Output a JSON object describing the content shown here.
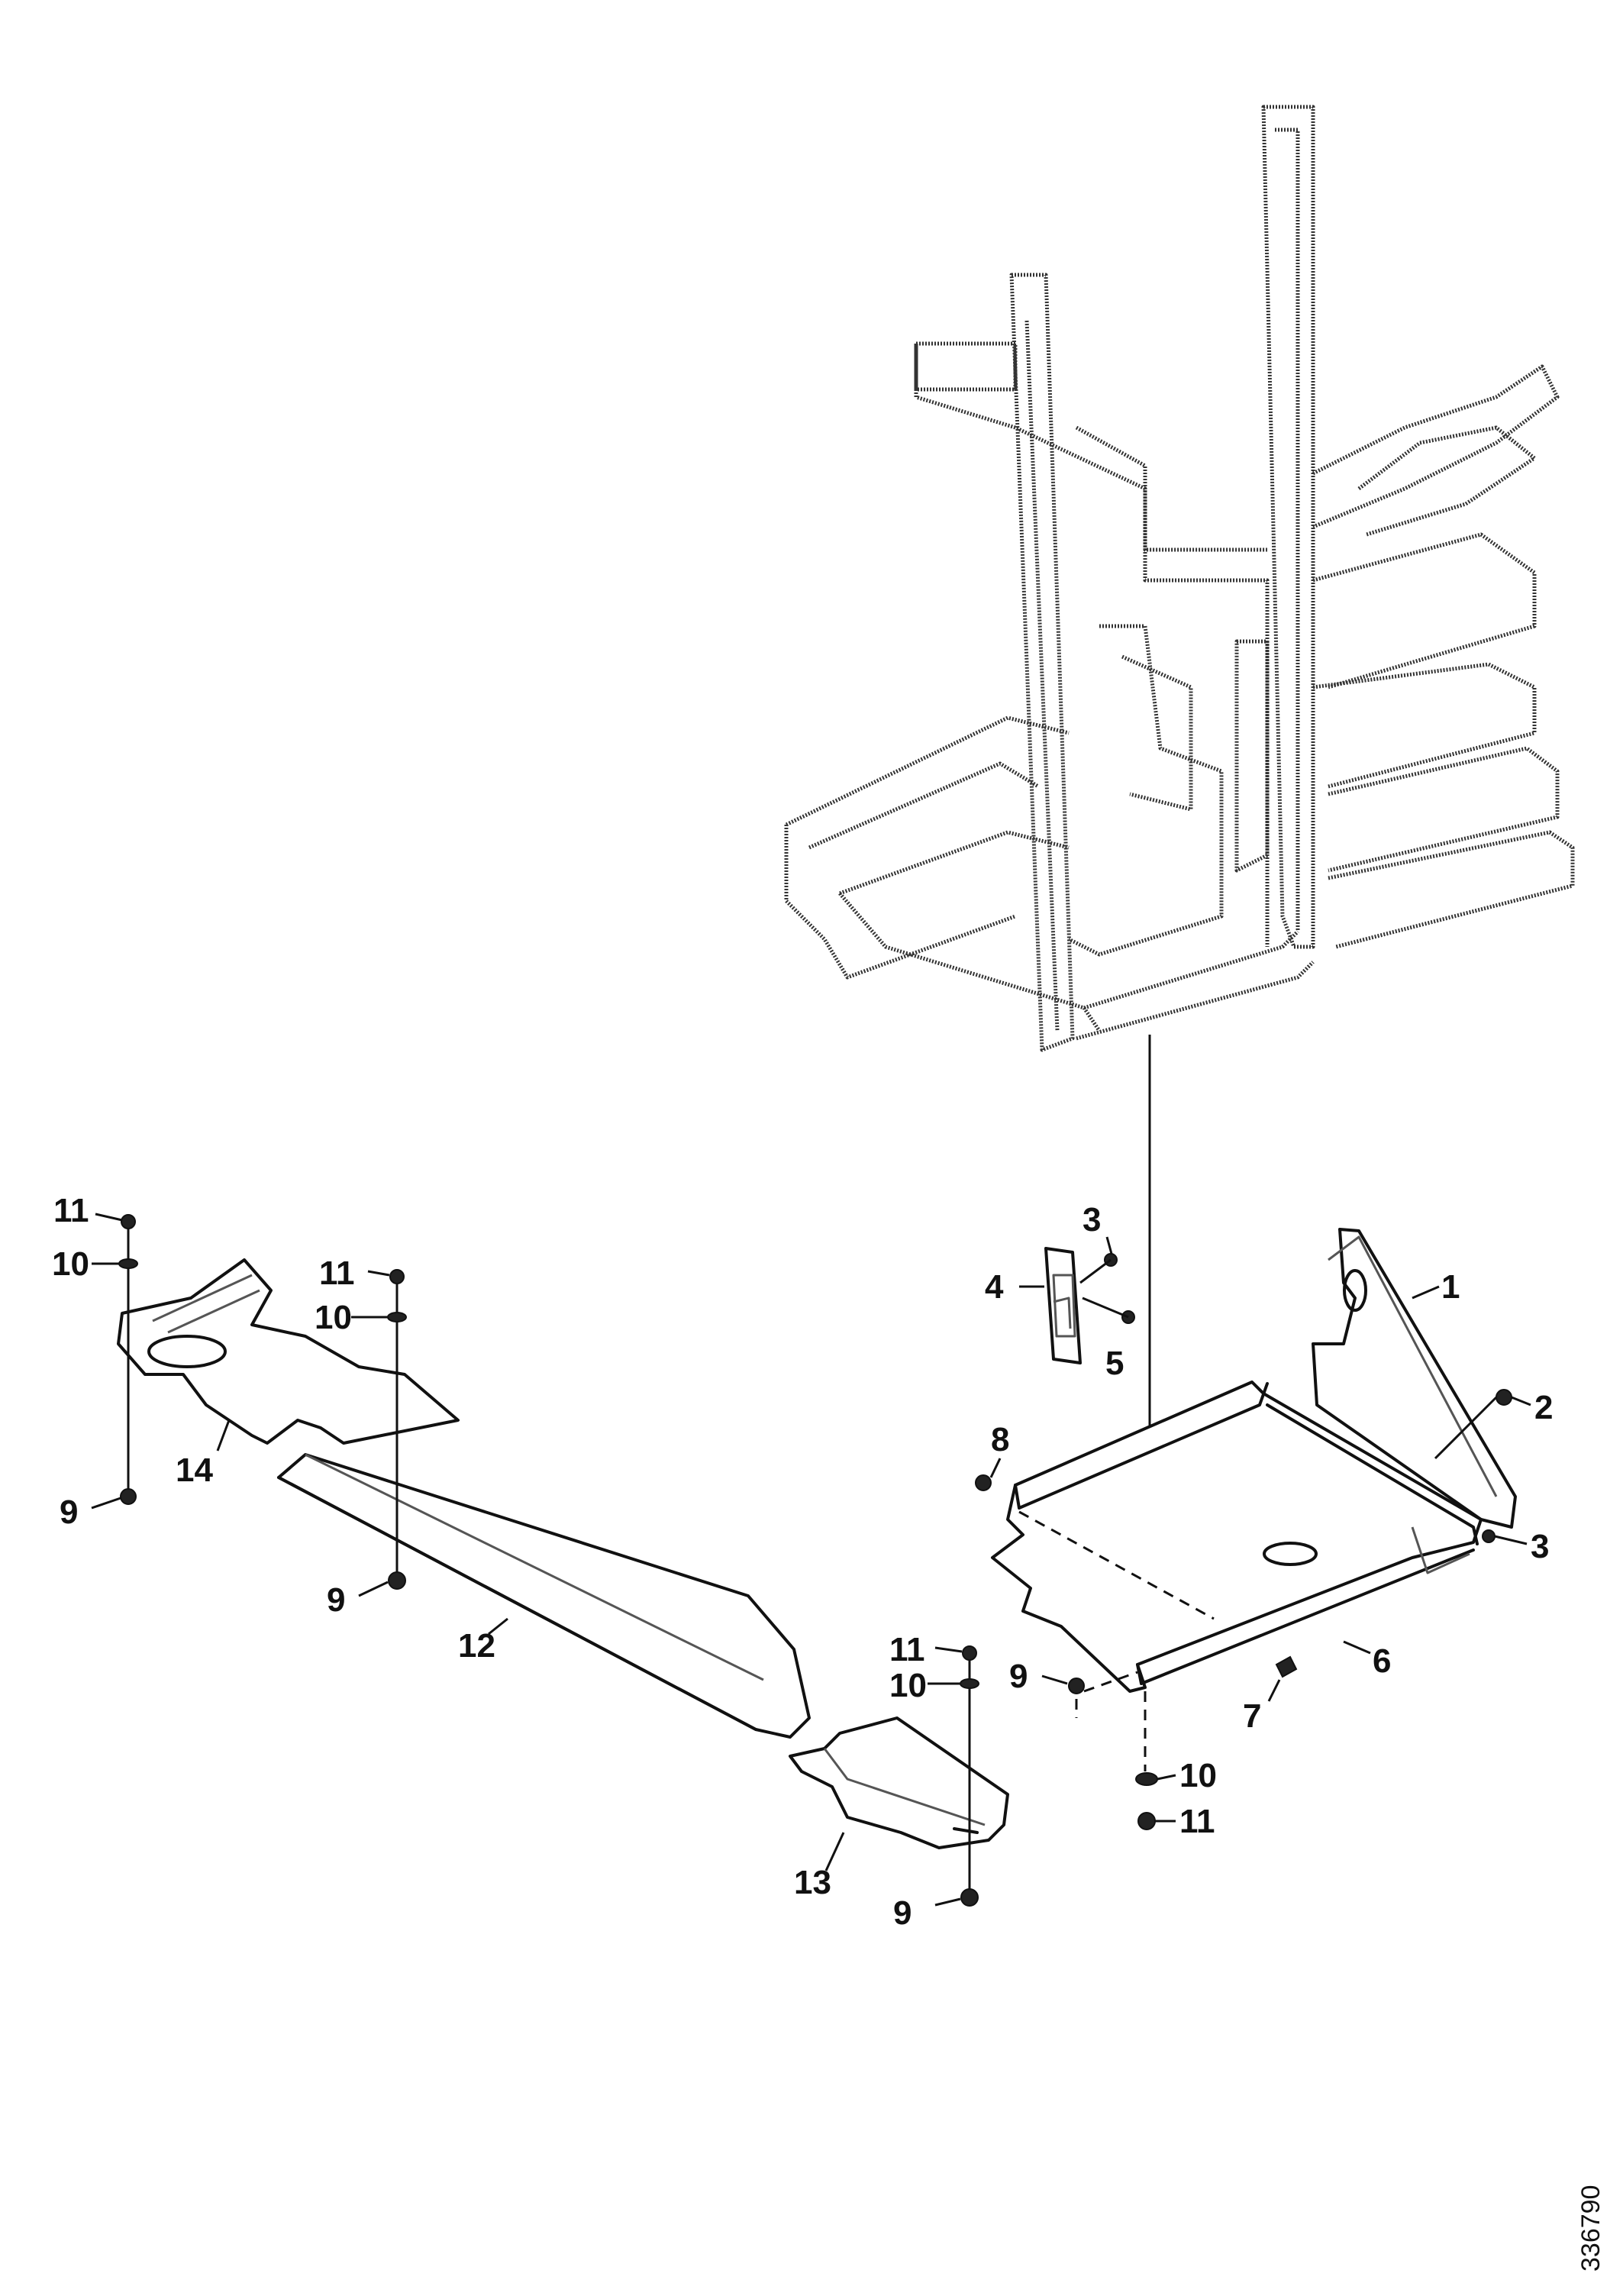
{
  "diagram": {
    "callouts": {
      "c1": "1",
      "c2": "2",
      "c3a": "3",
      "c3b": "3",
      "c4": "4",
      "c5": "5",
      "c6": "6",
      "c7": "7",
      "c8": "8",
      "c9a": "9",
      "c9b": "9",
      "c9c": "9",
      "c9d": "9",
      "c10a": "10",
      "c10b": "10",
      "c10c": "10",
      "c10d": "10",
      "c11a": "11",
      "c11b": "11",
      "c11c": "11",
      "c11d": "11",
      "c12": "12",
      "c13": "13",
      "c14": "14"
    },
    "document_number": "336790"
  }
}
